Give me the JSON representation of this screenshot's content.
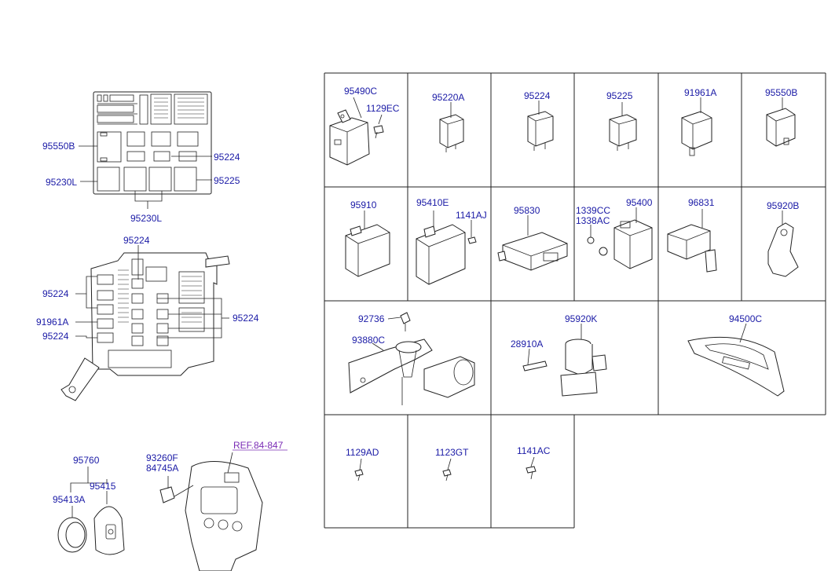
{
  "left_labels": {
    "fuse_box": {
      "l1": "95550B",
      "l2": "95224",
      "l3": "95230L",
      "l4": "95225",
      "l5": "95230L"
    },
    "junction_box": {
      "l1": "95224",
      "l2": "95224",
      "l3": "91961A",
      "l4": "95224",
      "l5": "95224"
    },
    "remote": {
      "l1": "95760",
      "l2": "95413A",
      "l3": "95415"
    },
    "panel": {
      "l1": "93260F",
      "l2": "84745A",
      "ref": "REF.84-847"
    }
  },
  "grid": {
    "r1": [
      "95490C",
      "1129EC",
      "95220A",
      "95224",
      "95225",
      "91961A",
      "95550B"
    ],
    "r2": [
      "95910",
      "95410E",
      "1141AJ",
      "95830",
      "1339CC",
      "1338AC",
      "95400",
      "96831",
      "95920B"
    ],
    "r3": [
      "92736",
      "93880C",
      "95920K",
      "28910A",
      "94500C"
    ],
    "r4": [
      "1129AD",
      "1123GT",
      "1141AC"
    ]
  }
}
